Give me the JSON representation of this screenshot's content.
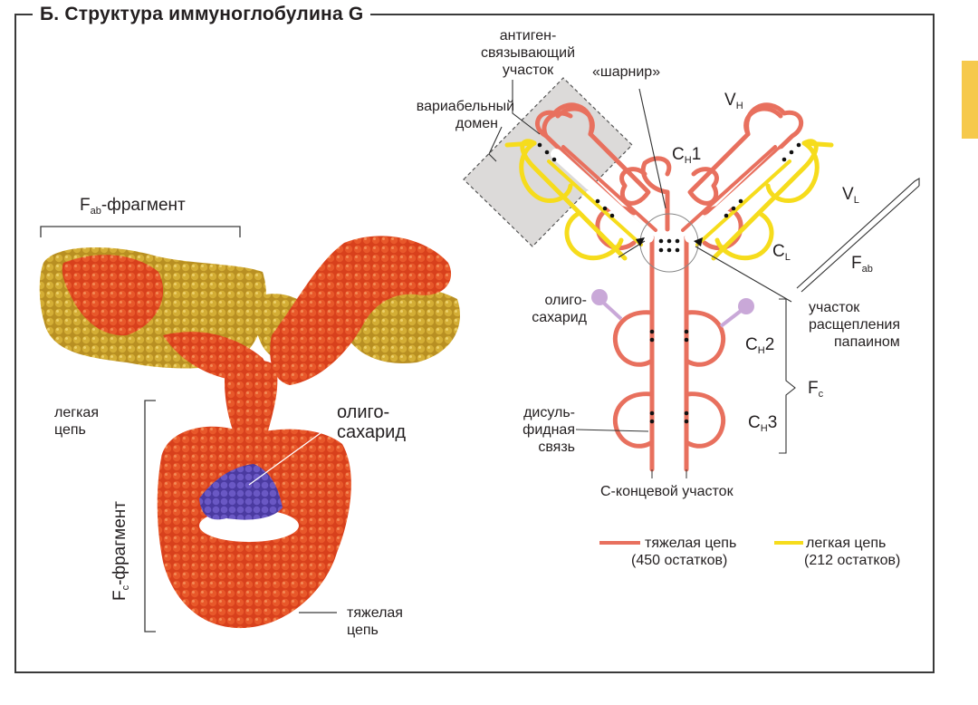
{
  "title": "Б. Структура иммуноглобулина G",
  "colors": {
    "heavy_chain": "#e8705e",
    "light_chain": "#f6dc1c",
    "oligosaccharide": "#c9a8d8",
    "variable_domain_box": "#d9d7d6",
    "model_heavy": "#d8401c",
    "model_light": "#c9a22a",
    "model_sugar": "#5f4db0",
    "tab": "#f6c94c"
  },
  "left_model": {
    "fab_label_main": "F",
    "fab_label_sub": "ab",
    "fab_label_rest": "-фрагмент",
    "fc_label_main": "F",
    "fc_label_sub": "c",
    "fc_label_rest": "-фрагмент",
    "light_chain_label": [
      "легкая",
      "цепь"
    ],
    "oligosaccharide_label": [
      "олиго-",
      "сахарид"
    ],
    "heavy_chain_label": [
      "тяжелая",
      "цепь"
    ]
  },
  "right_scheme": {
    "antigen_site": [
      "антиген-",
      "связывающий",
      "участок"
    ],
    "hinge": "«шарнир»",
    "variable_domain": [
      "вариабельный",
      "домен"
    ],
    "vh_main": "V",
    "vh_sub": "H",
    "ch1_main": "C",
    "ch1_sub": "H",
    "ch1_rest": "1",
    "vl_main": "V",
    "vl_sub": "L",
    "cl_main": "C",
    "cl_sub": "L",
    "fab_main": "F",
    "fab_sub": "ab",
    "papain_site": [
      "участок",
      "расщепления",
      "папаином"
    ],
    "oligosaccharide": [
      "олиго-",
      "сахарид"
    ],
    "ch2_main": "C",
    "ch2_sub": "H",
    "ch2_rest": "2",
    "fc_main": "F",
    "fc_sub": "c",
    "ch3_main": "C",
    "ch3_sub": "H",
    "ch3_rest": "3",
    "disulfide": [
      "дисуль-",
      "фидная",
      "связь"
    ],
    "c_terminal": "С-концевой участок"
  },
  "legend": {
    "heavy": [
      "тяжелая цепь",
      "(450 остатков)"
    ],
    "light": [
      "легкая цепь",
      "(212 остатков)"
    ]
  }
}
